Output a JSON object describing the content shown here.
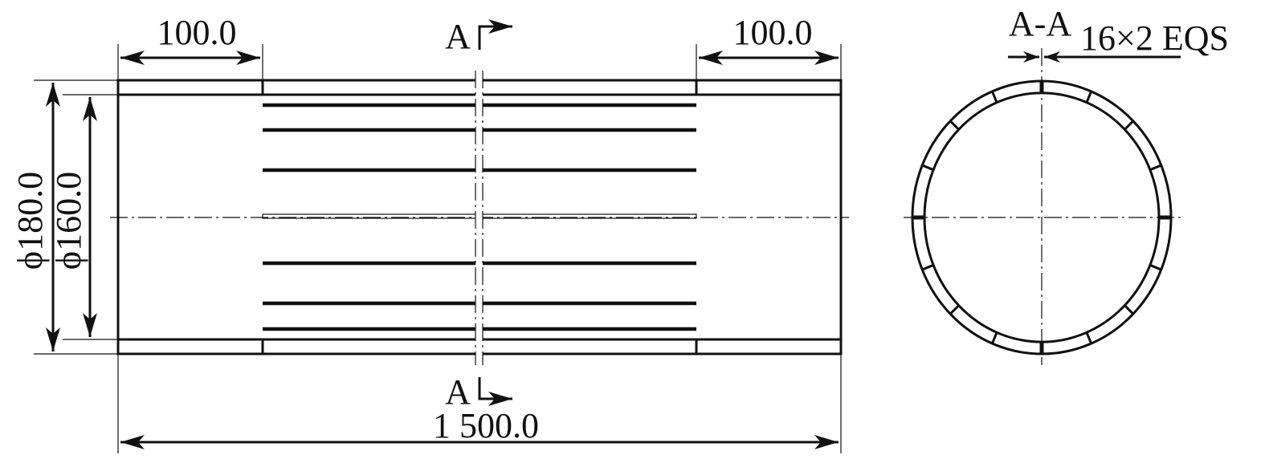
{
  "drawing": {
    "left_length_label": "100.0",
    "right_length_label": "100.0",
    "outer_diameter_label": "ϕ180.0",
    "inner_diameter_label": "ϕ160.0",
    "total_length_label": "1 500.0",
    "section_mark_top": "A",
    "section_mark_bottom": "A",
    "section_view_title": "A-A",
    "slot_note": "16×2 EQS"
  },
  "colors": {
    "line": "#111111",
    "background": "#ffffff"
  }
}
